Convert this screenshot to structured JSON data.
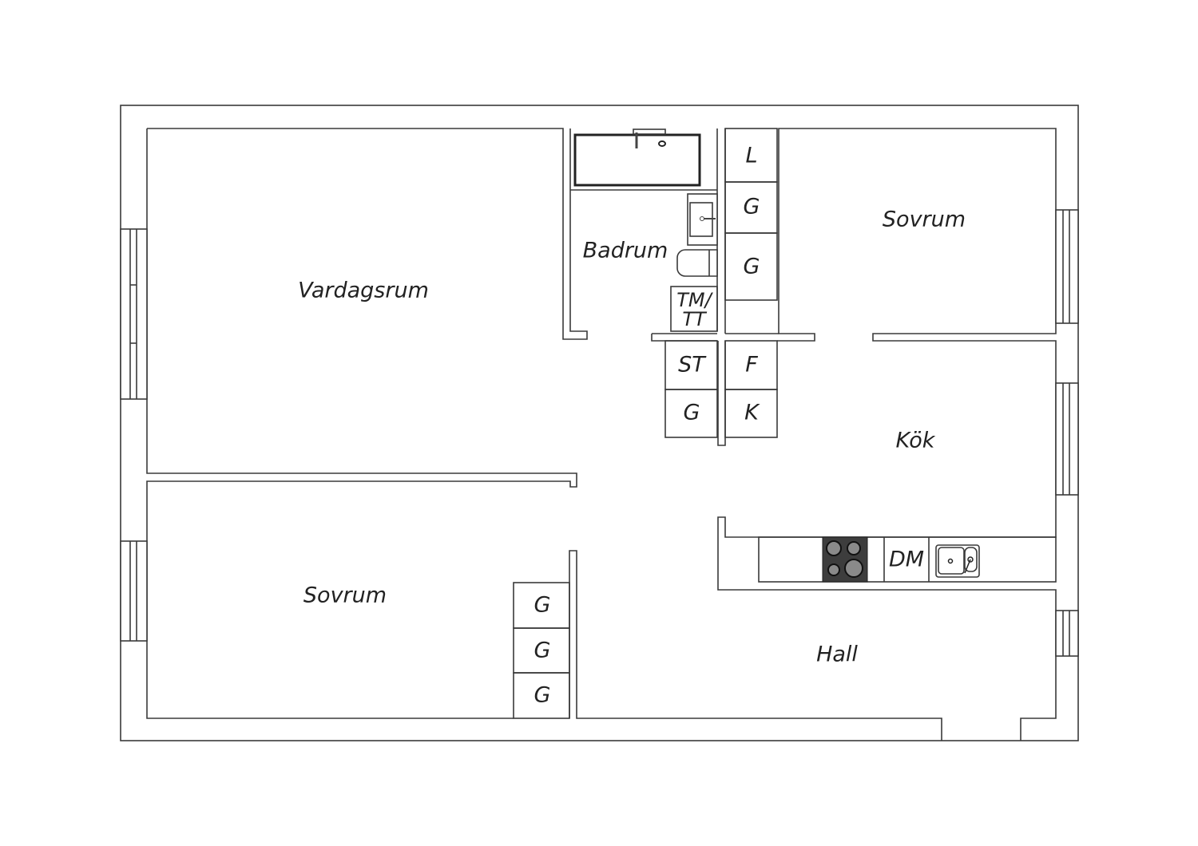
{
  "rooms": {
    "living": "Vardagsrum",
    "bathroom": "Badrum",
    "bedroom_top": "Sovrum",
    "bedroom_bottom": "Sovrum",
    "kitchen": "Kök",
    "hall": "Hall"
  },
  "closets": {
    "linen": "L",
    "wardrobe_1": "G",
    "wardrobe_2": "G",
    "washer_dryer_line1": "TM/",
    "washer_dryer_line2": "TT",
    "broom": "ST",
    "wardrobe_3": "G",
    "freezer": "F",
    "fridge": "K",
    "bedroom_wardrobe_1": "G",
    "bedroom_wardrobe_2": "G",
    "bedroom_wardrobe_3": "G"
  },
  "appliances": {
    "dishwasher": "DM"
  },
  "colors": {
    "stove": "#3d3d3d",
    "burner": "#8a8a8a",
    "line": "#3a3a3a"
  }
}
